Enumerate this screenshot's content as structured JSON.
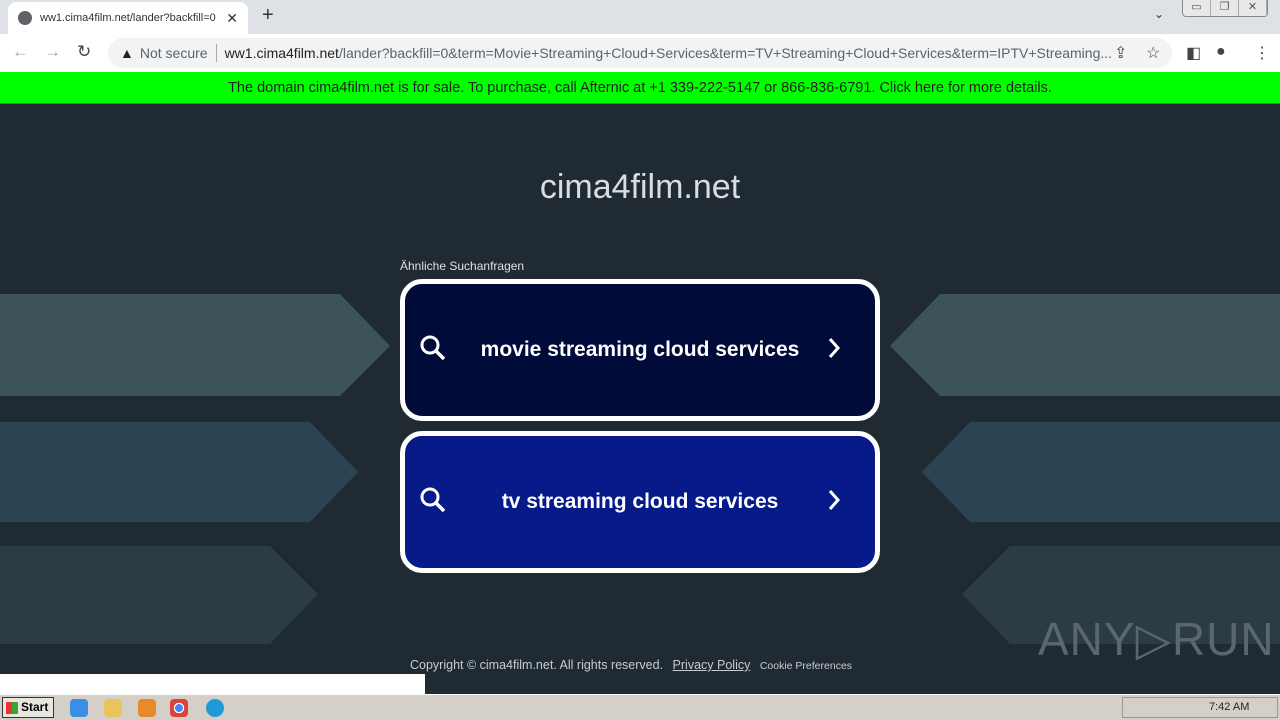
{
  "browser": {
    "tab_title": "ww1.cima4film.net/lander?backfill=0",
    "security_label": "Not secure",
    "url_host": "ww1.cima4film.net",
    "url_path": "/lander?backfill=0&term=Movie+Streaming+Cloud+Services&term=TV+Streaming+Cloud+Services&term=IPTV+Streaming..."
  },
  "banner": {
    "text": "The domain cima4film.net is for sale. To purchase, call Afternic at +1 339-222-5147 or 866-836-6791. Click here for more details.",
    "color": "#00ff00"
  },
  "page": {
    "domain": "cima4film.net",
    "related_label": "Ähnliche Suchanfragen",
    "results": [
      {
        "label": "movie streaming cloud services",
        "color": "#010b3a"
      },
      {
        "label": "tv streaming cloud services",
        "color": "#061a8a"
      }
    ]
  },
  "footer": {
    "copyright": "Copyright © cima4film.net.  All rights reserved.",
    "privacy": "Privacy Policy",
    "cookies": "Cookie Preferences"
  },
  "watermark": "ANY▷RUN",
  "taskbar": {
    "start": "Start",
    "clock": "7:42 AM"
  }
}
